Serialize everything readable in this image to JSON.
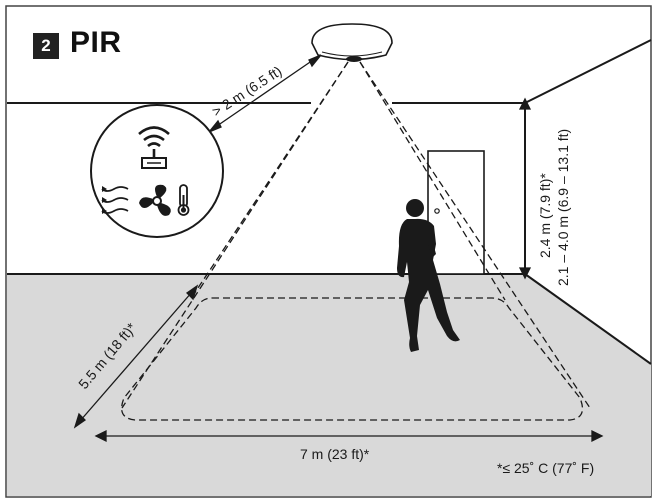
{
  "header": {
    "step_number": "2",
    "title": "PIR"
  },
  "dimensions": {
    "ceiling_distance": "> 2 m (6.5 ft)",
    "mount_height": "2.4 m (7.9 ft)*",
    "mount_range": "2.1 – 4.0 m (6.9 – 13.1 ft)",
    "depth": "5.5 m (18 ft)*",
    "width": "7 m (23 ft)*"
  },
  "footnote": "*≤ 25˚ C (77˚ F)",
  "icons": [
    "wifi-router-icon",
    "air-flow-icon",
    "fan-icon",
    "thermometer-icon",
    "ceiling-sensor-icon",
    "walking-person-icon",
    "door-icon"
  ],
  "colors": {
    "floor": "#d9d9d9",
    "line": "#1a1a1a",
    "badge": "#222222",
    "border": "#444444"
  }
}
